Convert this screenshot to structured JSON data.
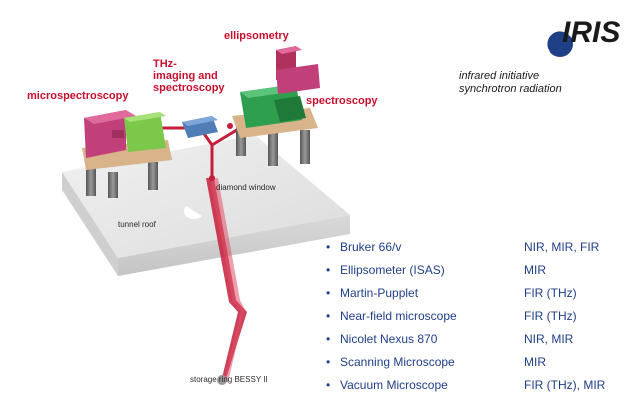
{
  "labels": {
    "ellipsometry": "ellipsometry",
    "thz_line1": "THz-",
    "thz_line2": "imaging and",
    "thz_line3": "spectroscopy",
    "microspectroscopy": "microspectroscopy",
    "spectroscopy": "spectroscopy",
    "diamond_window": "diamond window",
    "tunnel_roof": "tunnel roof",
    "storage_ring": "storage ring BESSY II"
  },
  "logo": {
    "text": "IRIS",
    "tagline_line1": "infrared initiative",
    "tagline_line2": "synchrotron radiation"
  },
  "colors": {
    "label_red": "#c8102e",
    "list_blue": "#1f3f87",
    "pink": "#c2407a",
    "green": "#2e9e4f",
    "light_green": "#7cc84a",
    "beam_red": "#c41e3a"
  },
  "instruments": [
    {
      "bullet": "•",
      "name": "Bruker 66/v",
      "range": "NIR, MIR, FIR"
    },
    {
      "bullet": "•",
      "name": "Ellipsometer (ISAS)",
      "range": "MIR"
    },
    {
      "bullet": "•",
      "name": "Martin-Pupplet",
      "range": "FIR (THz)"
    },
    {
      "bullet": "•",
      "name": "Near-field microscope",
      "range": "FIR (THz)"
    },
    {
      "bullet": "•",
      "name": "Nicolet Nexus 870",
      "range": "NIR, MIR"
    },
    {
      "bullet": "•",
      "name": "Scanning  Microscope",
      "range": "MIR"
    },
    {
      "bullet": "•",
      "name": "Vacuum Microscope",
      "range": "FIR (THz), MIR"
    }
  ]
}
